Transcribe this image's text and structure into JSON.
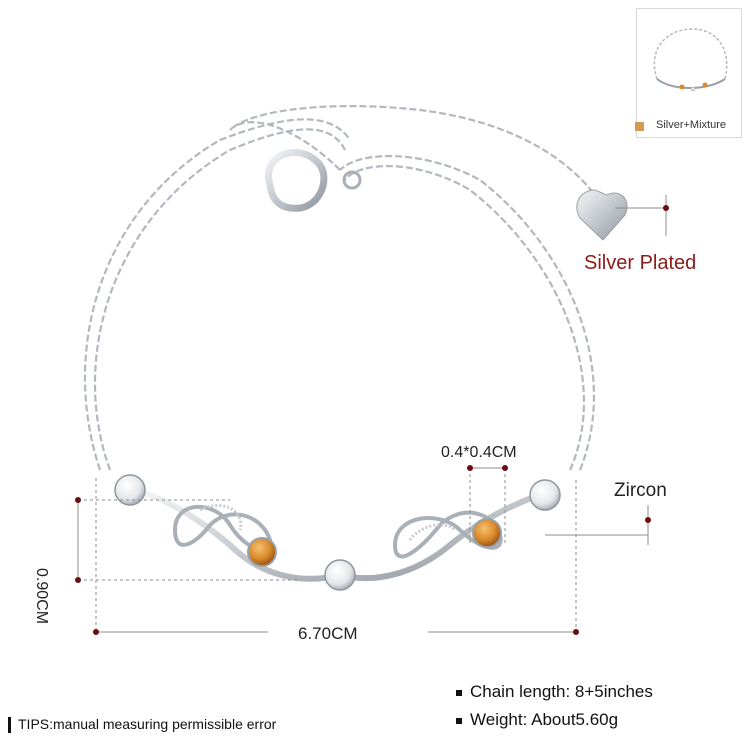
{
  "product": {
    "variant_label": "Silver+Mixture",
    "variant_color": "#d39a52",
    "plating_label": "Silver Plated",
    "stone_label": "Zircon",
    "stone_size": "0.4*0.4CM",
    "height_label": "0.90CM",
    "length_label": "6.70CM",
    "specs": [
      "Chain length: 8+5inches",
      "Weight: About5.60g"
    ],
    "tips": "TIPS:manual measuring permissible error"
  },
  "colors": {
    "accent": "#8b1a1a",
    "stone": "#d98a2c",
    "silver": "#b9bec5"
  }
}
